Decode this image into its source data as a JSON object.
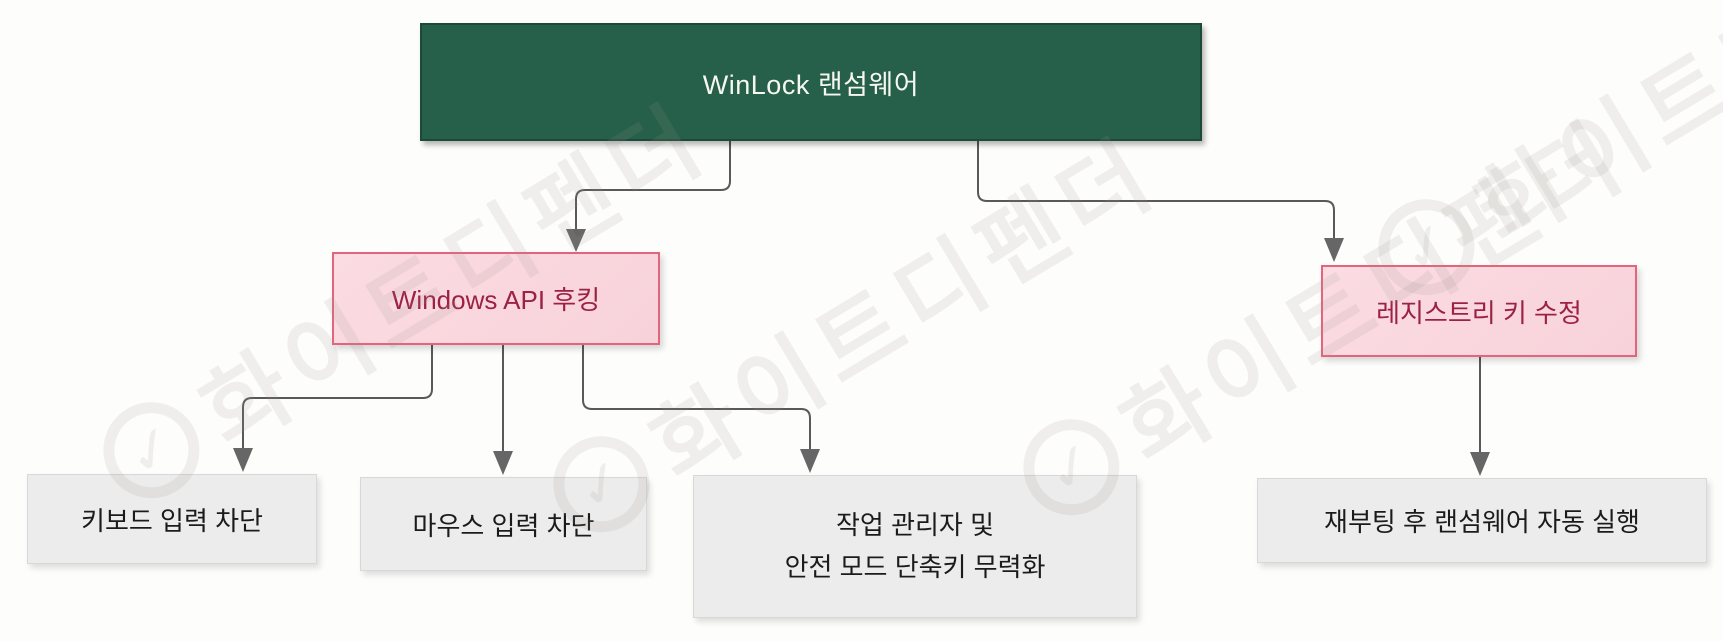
{
  "diagram": {
    "type": "flowchart",
    "nodes": {
      "root": {
        "label": "WinLock 랜섬웨어",
        "role": "root"
      },
      "api_hooking": {
        "label": "Windows API 후킹",
        "role": "branch"
      },
      "registry_mod": {
        "label": "레지스트리 키 수정",
        "role": "branch"
      },
      "keyboard_block": {
        "label": "키보드 입력 차단",
        "role": "leaf"
      },
      "mouse_block": {
        "label": "마우스 입력 차단",
        "role": "leaf"
      },
      "taskmgr_disable": {
        "label_line1": "작업 관리자 및",
        "label_line2": "안전 모드 단축키 무력화",
        "role": "leaf"
      },
      "reboot_autorun": {
        "label": "재부팅 후 랜섬웨어 자동 실행",
        "role": "leaf"
      }
    },
    "edges": [
      {
        "from": "root",
        "to": "api_hooking"
      },
      {
        "from": "root",
        "to": "registry_mod"
      },
      {
        "from": "api_hooking",
        "to": "keyboard_block"
      },
      {
        "from": "api_hooking",
        "to": "mouse_block"
      },
      {
        "from": "api_hooking",
        "to": "taskmgr_disable"
      },
      {
        "from": "registry_mod",
        "to": "reboot_autorun"
      }
    ]
  },
  "watermark": {
    "text": "화이트디펜더",
    "icon": "check-circle-icon",
    "check_glyph": "✓"
  },
  "colors": {
    "bg": "#fdfdfc",
    "root-fill": "#26604a",
    "root-border": "#1c4a37",
    "root-text": "#f7f7f1",
    "branch-fill": "#fbdce2",
    "branch-border": "#e4647e",
    "branch-text": "#9c2143",
    "leaf-fill": "#ececec",
    "leaf-border": "#d8d8d8",
    "leaf-text": "#1b1b1b",
    "connector": "#595959"
  }
}
